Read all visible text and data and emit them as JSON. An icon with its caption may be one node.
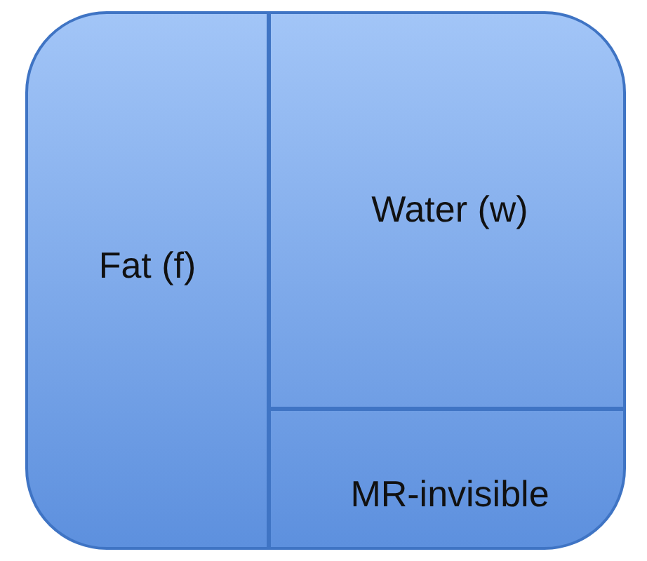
{
  "diagram": {
    "nodes": [
      {
        "text": [],
        "shape": "box"
      },
      {
        "text": [
          "Fat (f)"
        ],
        "in": 0
      },
      {
        "text": [
          "Water (w)"
        ],
        "in": 0
      },
      {
        "text": [
          "MR-invisible"
        ],
        "in": 0
      }
    ]
  }
}
